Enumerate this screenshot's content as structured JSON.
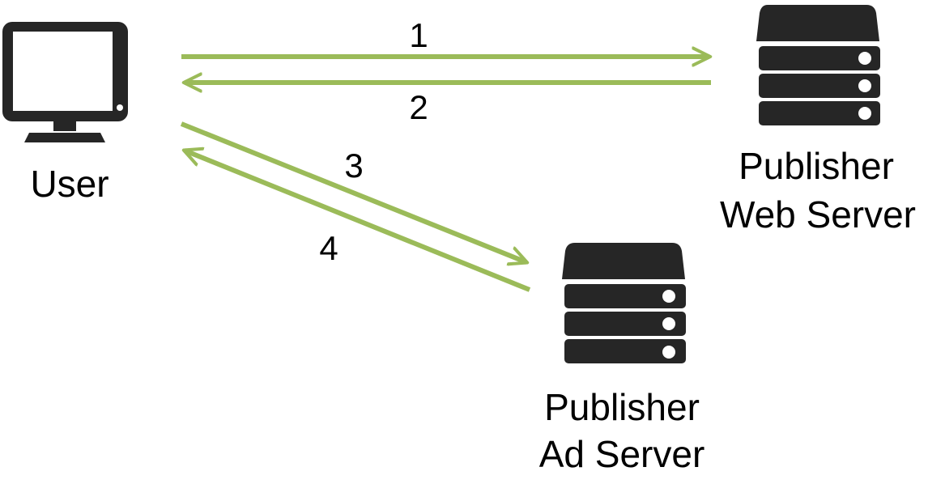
{
  "nodes": {
    "user": {
      "label": "User"
    },
    "web_server": {
      "label_line1": "Publisher",
      "label_line2": "Web Server"
    },
    "ad_server": {
      "label_line1": "Publisher",
      "label_line2": "Ad Server"
    }
  },
  "steps": [
    {
      "label": "1",
      "from": "user",
      "to": "web_server"
    },
    {
      "label": "2",
      "from": "web_server",
      "to": "user"
    },
    {
      "label": "3",
      "from": "user",
      "to": "ad_server"
    },
    {
      "label": "4",
      "from": "ad_server",
      "to": "user"
    }
  ],
  "colors": {
    "arrow": "#9bbb59",
    "icon": "#262626",
    "icon_detail": "#ffffff",
    "text": "#000000"
  },
  "icons": {
    "user": "desktop-monitor-icon",
    "web_server": "server-stack-icon",
    "ad_server": "server-stack-icon"
  }
}
